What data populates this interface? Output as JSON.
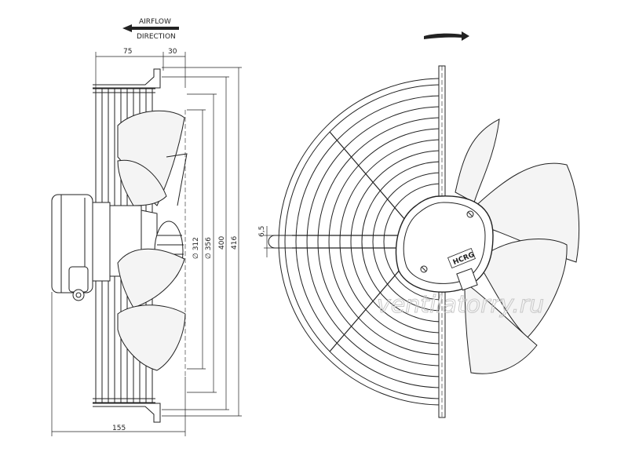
{
  "airflow": {
    "line1": "AIRFLOW",
    "line2": "DIRECTION"
  },
  "dimensions": {
    "top_75": "75",
    "top_30": "30",
    "bottom_155": "155",
    "dia_312": "∅ 312",
    "dia_356": "∅ 356",
    "h_400": "400",
    "h_416": "416",
    "side_6_5": "6,5"
  },
  "motor_badge": "HCRG",
  "watermark": "ventilatorry.ru",
  "colors": {
    "line": "#222222",
    "blade_fill": "#f4f4f4",
    "watermark": "#c8c8c8"
  }
}
